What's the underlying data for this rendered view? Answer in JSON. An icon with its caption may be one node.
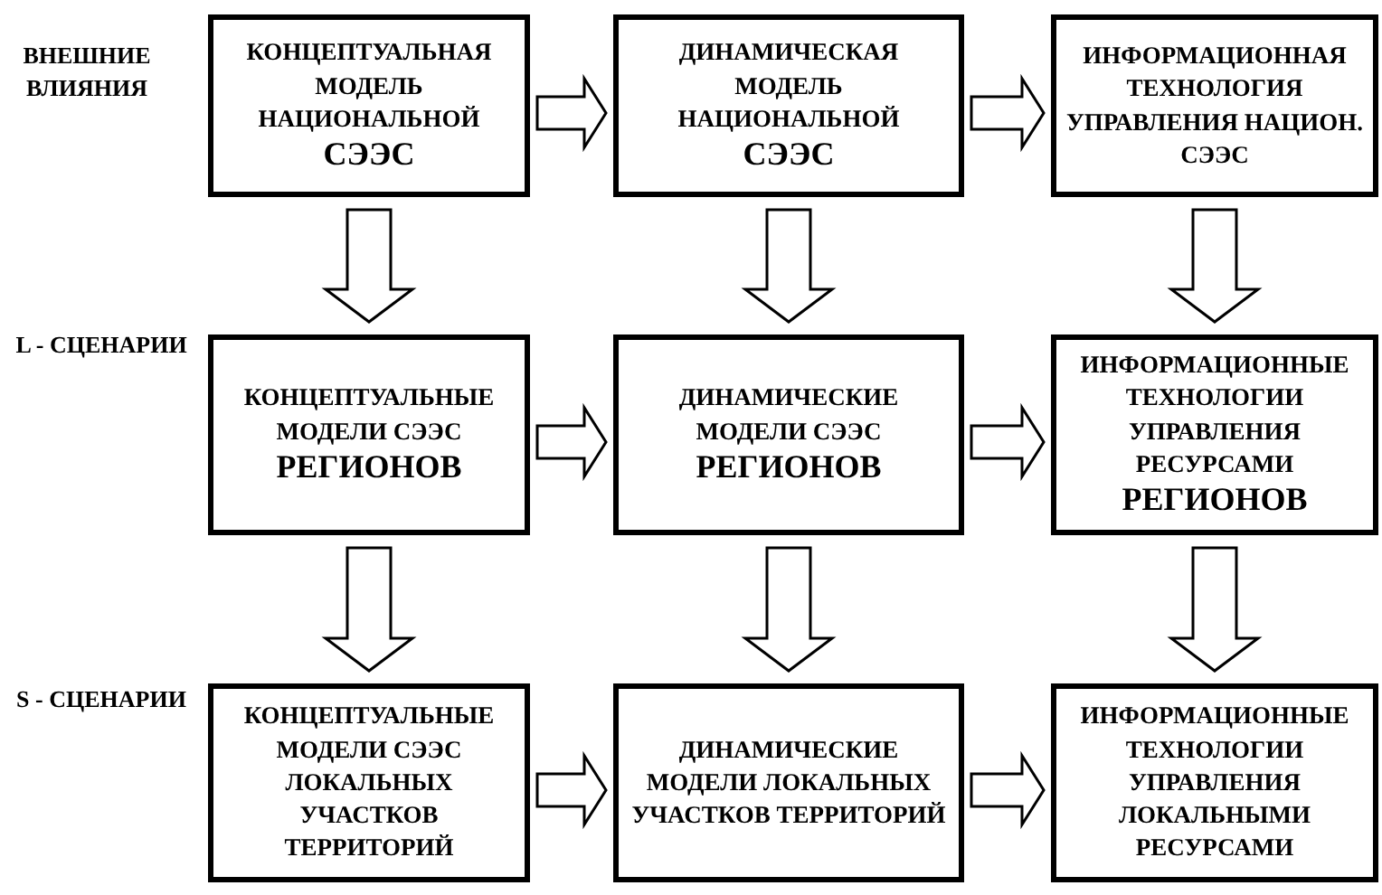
{
  "diagram": {
    "nodes": [
      {
        "text": [
          "КОНЦЕПТУАЛЬНАЯ МОДЕЛЬ НАЦИОНАЛЬНОЙ",
          "СЭЭС"
        ]
      },
      {
        "text": [
          "ДИНАМИЧЕСКАЯ МОДЕЛЬ НАЦИОНАЛЬНОЙ",
          "СЭЭС"
        ]
      },
      {
        "text": [
          "ИНФОРМАЦИОННАЯ ТЕХНОЛОГИЯ УПРАВЛЕНИЯ НАЦИОН. СЭЭС"
        ]
      },
      {
        "text": [
          "КОНЦЕПТУАЛЬНЫЕ МОДЕЛИ СЭЭС",
          "РЕГИОНОВ"
        ]
      },
      {
        "text": [
          "ДИНАМИЧЕСКИЕ МОДЕЛИ СЭЭС",
          "РЕГИОНОВ"
        ]
      },
      {
        "text": [
          "ИНФОРМАЦИОННЫЕ ТЕХНОЛОГИИ УПРАВЛЕНИЯ РЕСУРСАМИ",
          "РЕГИОНОВ"
        ]
      },
      {
        "text": [
          "КОНЦЕПТУАЛЬНЫЕ МОДЕЛИ СЭЭС ЛОКАЛЬНЫХ УЧАСТКОВ ТЕРРИТОРИЙ"
        ]
      },
      {
        "text": [
          "ДИНАМИЧЕСКИЕ МОДЕЛИ ЛОКАЛЬНЫХ УЧАСТКОВ ТЕРРИТОРИЙ"
        ]
      },
      {
        "text": [
          "ИНФОРМАЦИОННЫЕ ТЕХНОЛОГИИ УПРАВЛЕНИЯ ЛОКАЛЬНЫМИ РЕСУРСАМИ"
        ]
      }
    ],
    "edges": [
      {
        "from": 0,
        "to": 1,
        "arrow": "to"
      },
      {
        "from": 1,
        "to": 2,
        "arrow": "to"
      },
      {
        "from": 0,
        "to": 3,
        "arrow": "to"
      },
      {
        "from": 1,
        "to": 4,
        "arrow": "to"
      },
      {
        "from": 2,
        "to": 5,
        "arrow": "to"
      },
      {
        "from": 3,
        "to": 4,
        "arrow": "to"
      },
      {
        "from": 4,
        "to": 5,
        "arrow": "to"
      },
      {
        "from": 3,
        "to": 6,
        "arrow": "to"
      },
      {
        "from": 4,
        "to": 7,
        "arrow": "to"
      },
      {
        "from": 5,
        "to": 8,
        "arrow": "to"
      },
      {
        "from": 6,
        "to": 7,
        "arrow": "to"
      },
      {
        "from": 7,
        "to": 8,
        "arrow": "to"
      }
    ],
    "labels": [
      "ВНЕШНИЕ ВЛИЯНИЯ",
      "L - СЦЕНАРИИ",
      "S - СЦЕНАРИИ"
    ]
  }
}
